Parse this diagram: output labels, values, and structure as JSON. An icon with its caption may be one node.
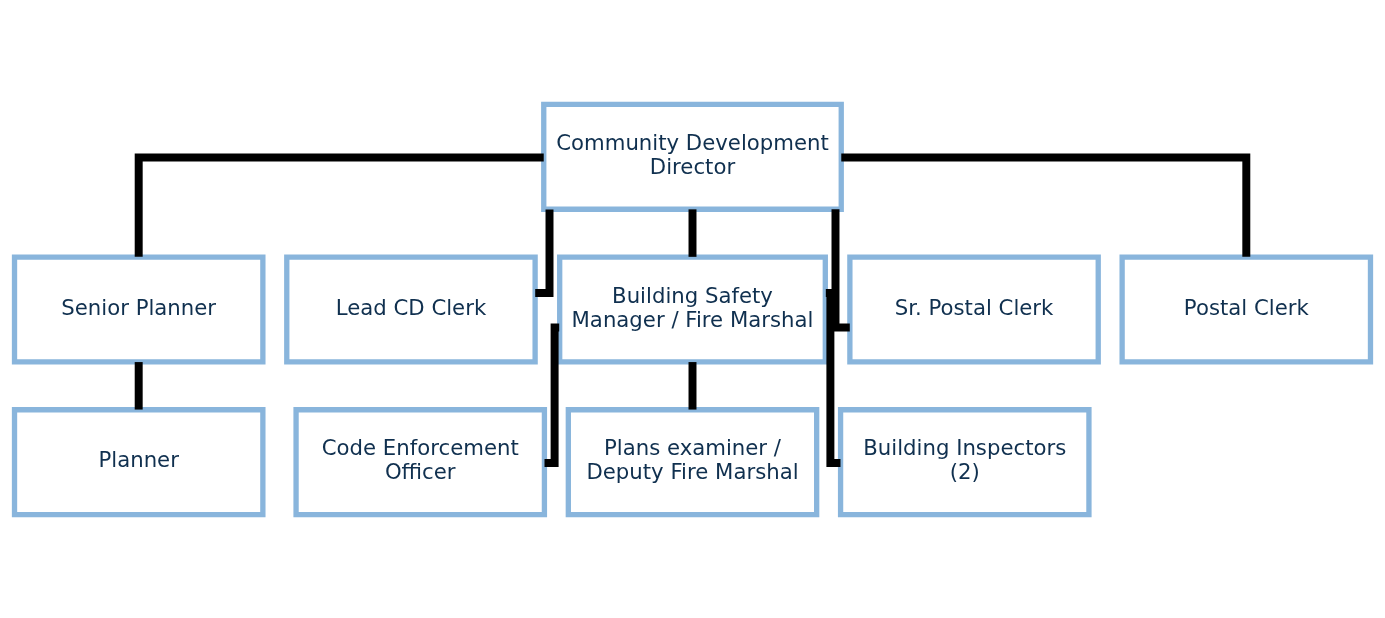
{
  "diagram": {
    "nodes": [
      {
        "text": [
          "Community Development Director"
        ]
      },
      {
        "text": [
          "Senior Planner"
        ]
      },
      {
        "text": [
          "Lead CD Clerk"
        ]
      },
      {
        "text": [
          "Building Safety Manager / Fire Marshal"
        ]
      },
      {
        "text": [
          "Sr. Postal Clerk"
        ]
      },
      {
        "text": [
          "Postal Clerk"
        ]
      },
      {
        "text": [
          "Planner"
        ]
      },
      {
        "text": [
          "Code Enforcement Officer"
        ]
      },
      {
        "text": [
          "Plans examiner / Deputy Fire Marshal"
        ]
      },
      {
        "text": [
          "Building Inspectors (2)"
        ]
      }
    ],
    "edges": [
      {
        "from": 0,
        "to": 1,
        "arrow": "none"
      },
      {
        "from": 0,
        "to": 2,
        "arrow": "none"
      },
      {
        "from": 0,
        "to": 3,
        "arrow": "none"
      },
      {
        "from": 0,
        "to": 4,
        "arrow": "none"
      },
      {
        "from": 0,
        "to": 5,
        "arrow": "none"
      },
      {
        "from": 1,
        "to": 6,
        "arrow": "none"
      },
      {
        "from": 3,
        "to": 7,
        "arrow": "none"
      },
      {
        "from": 3,
        "to": 8,
        "arrow": "none"
      },
      {
        "from": 3,
        "to": 9,
        "arrow": "none"
      }
    ]
  }
}
